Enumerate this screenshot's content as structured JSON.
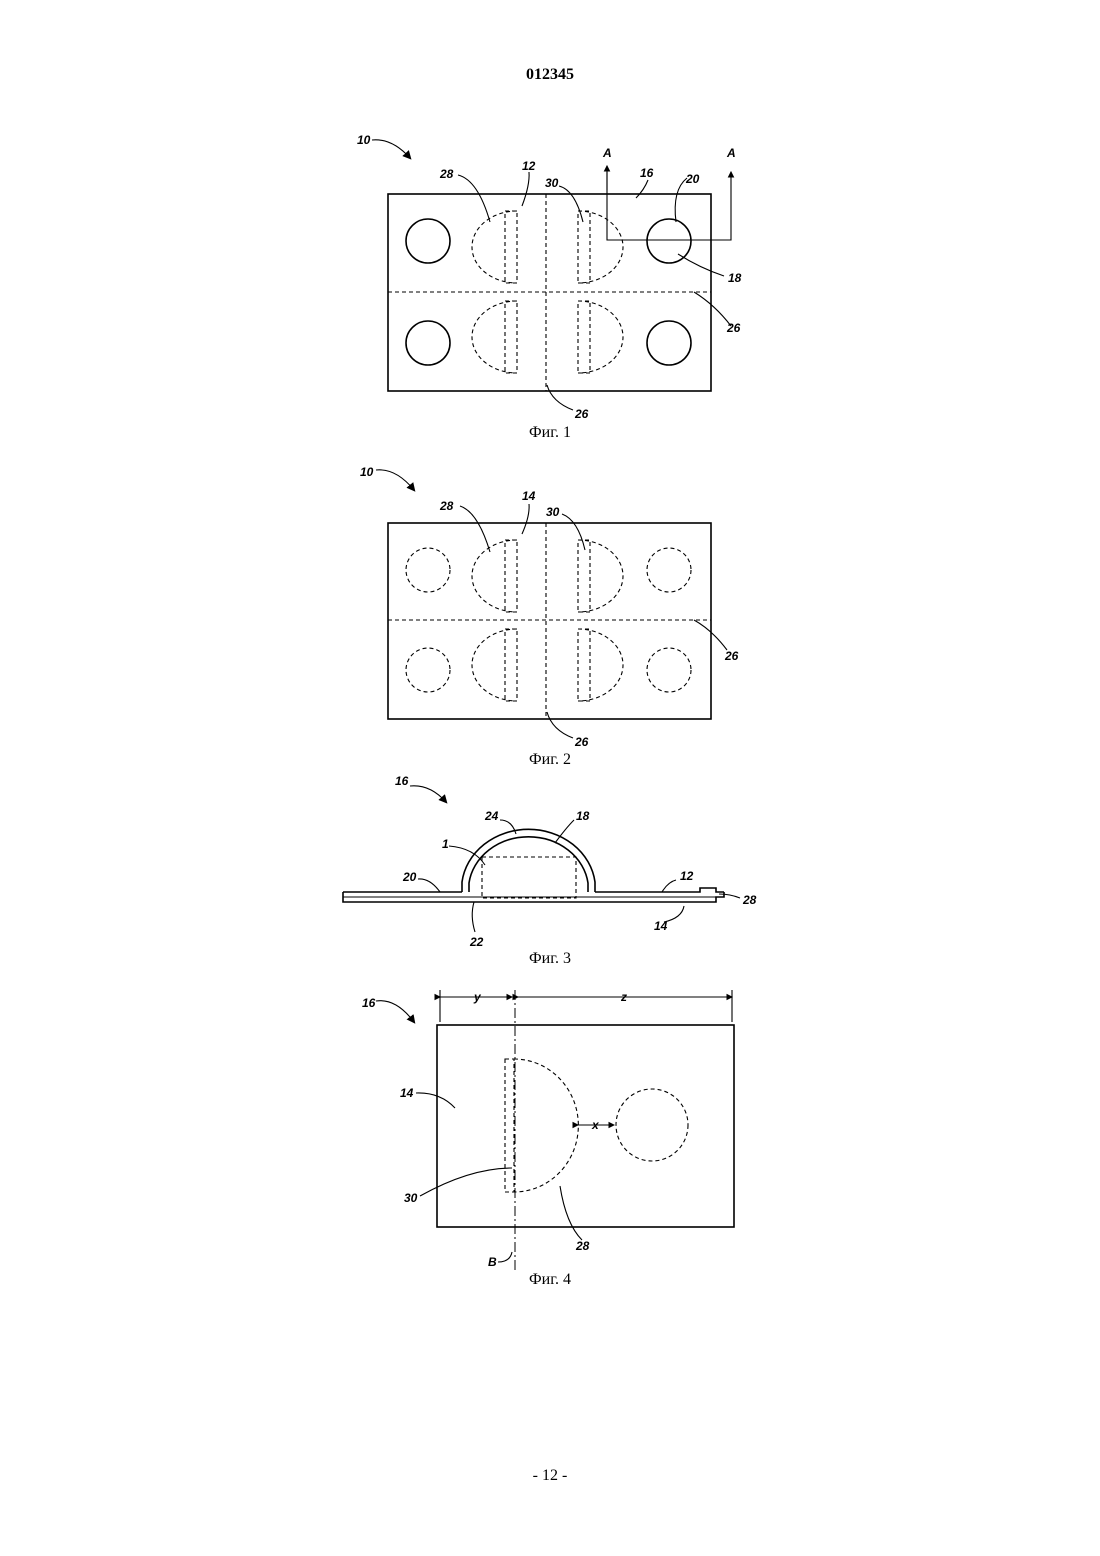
{
  "header": {
    "document_number": "012345"
  },
  "footer": {
    "page_number": "- 12 -"
  },
  "figures": [
    {
      "caption": "Фиг. 1",
      "labels": {
        "l10": "10",
        "l28": "28",
        "l12": "12",
        "l30": "30",
        "l16": "16",
        "l20": "20",
        "lA1": "A",
        "lA2": "A",
        "l18": "18",
        "l26a": "26",
        "l26b": "26"
      }
    },
    {
      "caption": "Фиг. 2",
      "labels": {
        "l10": "10",
        "l28": "28",
        "l14": "14",
        "l30": "30",
        "l26a": "26",
        "l26b": "26"
      }
    },
    {
      "caption": "Фиг. 3",
      "labels": {
        "l16": "16",
        "l24": "24",
        "l18": "18",
        "l1": "1",
        "l20": "20",
        "l12": "12",
        "l28": "28",
        "l14": "14",
        "l22": "22"
      }
    },
    {
      "caption": "Фиг. 4",
      "labels": {
        "l16": "16",
        "ly": "y",
        "lz": "z",
        "l14": "14",
        "lx": "x",
        "l30": "30",
        "l28": "28",
        "lB": "B"
      }
    }
  ]
}
